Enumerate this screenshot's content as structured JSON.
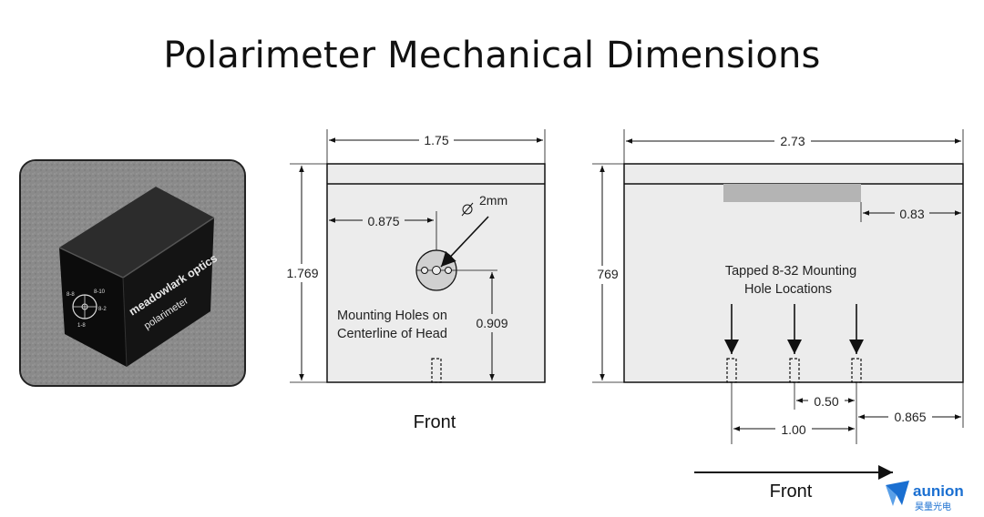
{
  "title": "Polarimeter Mechanical Dimensions",
  "photo": {
    "brand_text": "meadowlark optics",
    "product_text": "polarimeter",
    "port_labels": [
      "8-10",
      "8-2",
      "1-8",
      "8-8"
    ]
  },
  "front_view": {
    "width": "1.75",
    "height": "1.769",
    "hole_offset": "0.875",
    "hole_diameter": "2mm",
    "hole_height": "0.909",
    "note_line1": "Mounting Holes on",
    "note_line2": "Centerline of Head",
    "caption": "Front"
  },
  "side_view": {
    "width": "2.73",
    "height": "769",
    "slot_offset": "0.83",
    "note_line1": "Tapped 8-32 Mounting",
    "note_line2": "Hole Locations",
    "spacing_small": "0.50",
    "spacing_large": "1.00",
    "edge_offset": "0.865",
    "caption": "Front"
  },
  "logo": {
    "name": "aunion",
    "subtitle": "昊量光电"
  },
  "colors": {
    "panel": "#ececec",
    "slot": "#b4b4b4",
    "ink": "#111111",
    "brand": "#1a6fd1"
  }
}
